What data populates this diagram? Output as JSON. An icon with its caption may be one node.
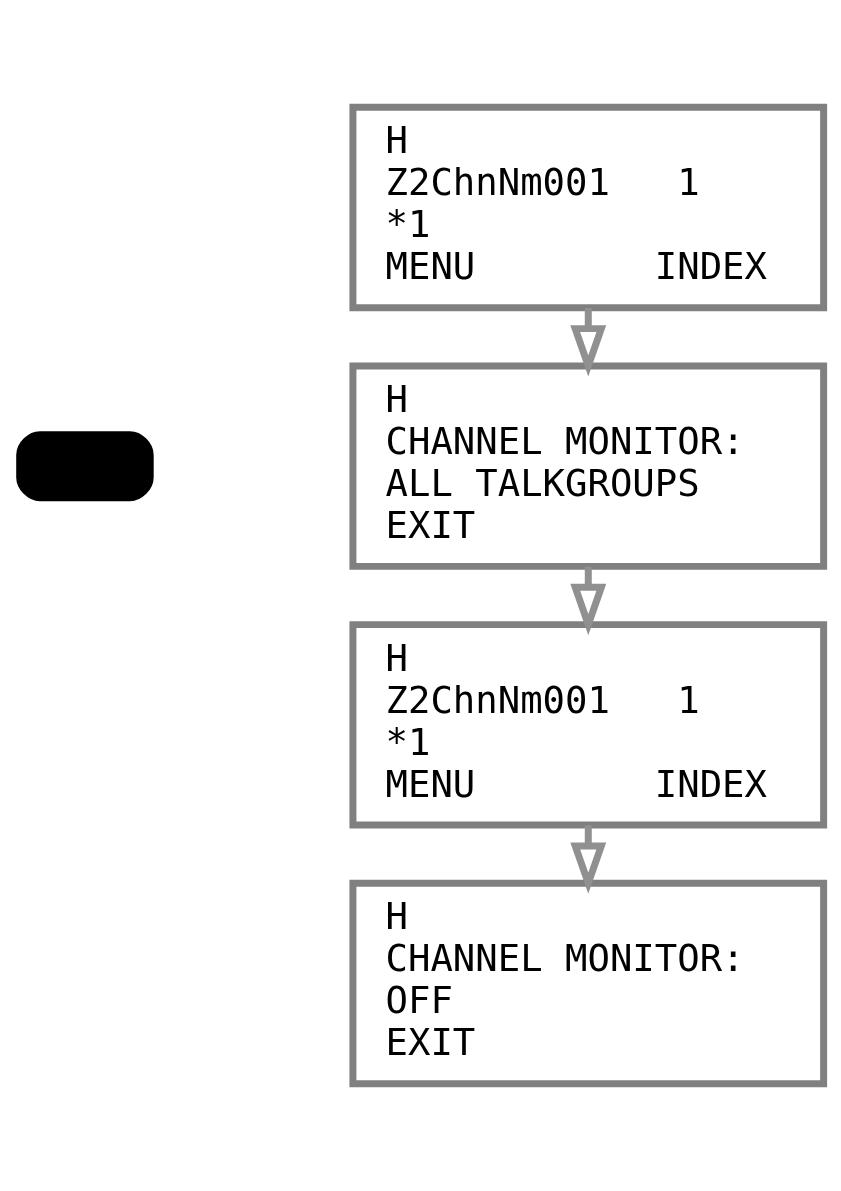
{
  "diagram": {
    "nodes": [
      {
        "text": [
          "H",
          "Z2ChnNm001   1",
          "*1",
          "MENU        INDEX"
        ]
      },
      {
        "text": [
          "H",
          "CHANNEL MONITOR:",
          "ALL TALKGROUPS",
          "EXIT"
        ]
      },
      {
        "text": [
          "H",
          "Z2ChnNm001   1",
          "*1",
          "MENU        INDEX"
        ]
      },
      {
        "text": [
          "H",
          "CHANNEL MONITOR:",
          "OFF",
          "EXIT"
        ]
      },
      {
        "text": [],
        "shape": "box"
      }
    ],
    "edges": [
      {
        "from": 0,
        "to": 1,
        "arrow": "to"
      },
      {
        "from": 1,
        "to": 2,
        "arrow": "to"
      },
      {
        "from": 2,
        "to": 3,
        "arrow": "to"
      }
    ]
  }
}
